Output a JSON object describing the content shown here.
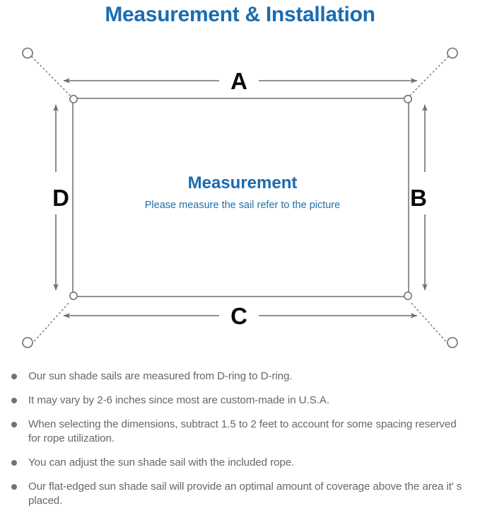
{
  "page": {
    "title": "Measurement & Installation",
    "title_color": "#1a6cb0",
    "background": "#ffffff"
  },
  "diagram": {
    "name": "sun-shade-sail-measurement-diagram",
    "sail_center": {
      "heading": "Measurement",
      "subheading": "Please measure the sail refer to the picture",
      "heading_color": "#1a6cb0",
      "subheading_color": "#1f6fa8"
    },
    "dimension_labels": [
      {
        "id": "A",
        "label": "A",
        "edge": "top",
        "color": "#0a0a0a"
      },
      {
        "id": "B",
        "label": "B",
        "edge": "right",
        "color": "#0a0a0a"
      },
      {
        "id": "C",
        "label": "C",
        "edge": "bottom",
        "color": "#0a0a0a"
      },
      {
        "id": "D",
        "label": "D",
        "edge": "left",
        "color": "#0a0a0a"
      }
    ],
    "anchor_points": [
      {
        "id": "anchor-top-left",
        "position": "top-left"
      },
      {
        "id": "anchor-top-right",
        "position": "top-right"
      },
      {
        "id": "anchor-bottom-left",
        "position": "bottom-left"
      },
      {
        "id": "anchor-bottom-right",
        "position": "bottom-right"
      }
    ],
    "d_rings": [
      {
        "id": "d-ring-top-left",
        "position": "top-left"
      },
      {
        "id": "d-ring-top-right",
        "position": "top-right"
      },
      {
        "id": "d-ring-bottom-left",
        "position": "bottom-left"
      },
      {
        "id": "d-ring-bottom-right",
        "position": "bottom-right"
      }
    ],
    "stroke_color": "#6e6e70",
    "rope_style": "dotted"
  },
  "notes": [
    {
      "text": "Our sun shade sails are measured from D-ring to D-ring."
    },
    {
      "text": "It may vary by 2-6 inches since most are custom-made in U.S.A."
    },
    {
      "text": "When selecting the dimensions, subtract 1.5 to 2 feet to account for some spacing reserved for rope utilization."
    },
    {
      "text": "You can adjust the sun shade sail with the included rope."
    },
    {
      "text": "Our flat-edged sun shade sail will provide an optimal amount of coverage above the area it′ s placed."
    }
  ]
}
